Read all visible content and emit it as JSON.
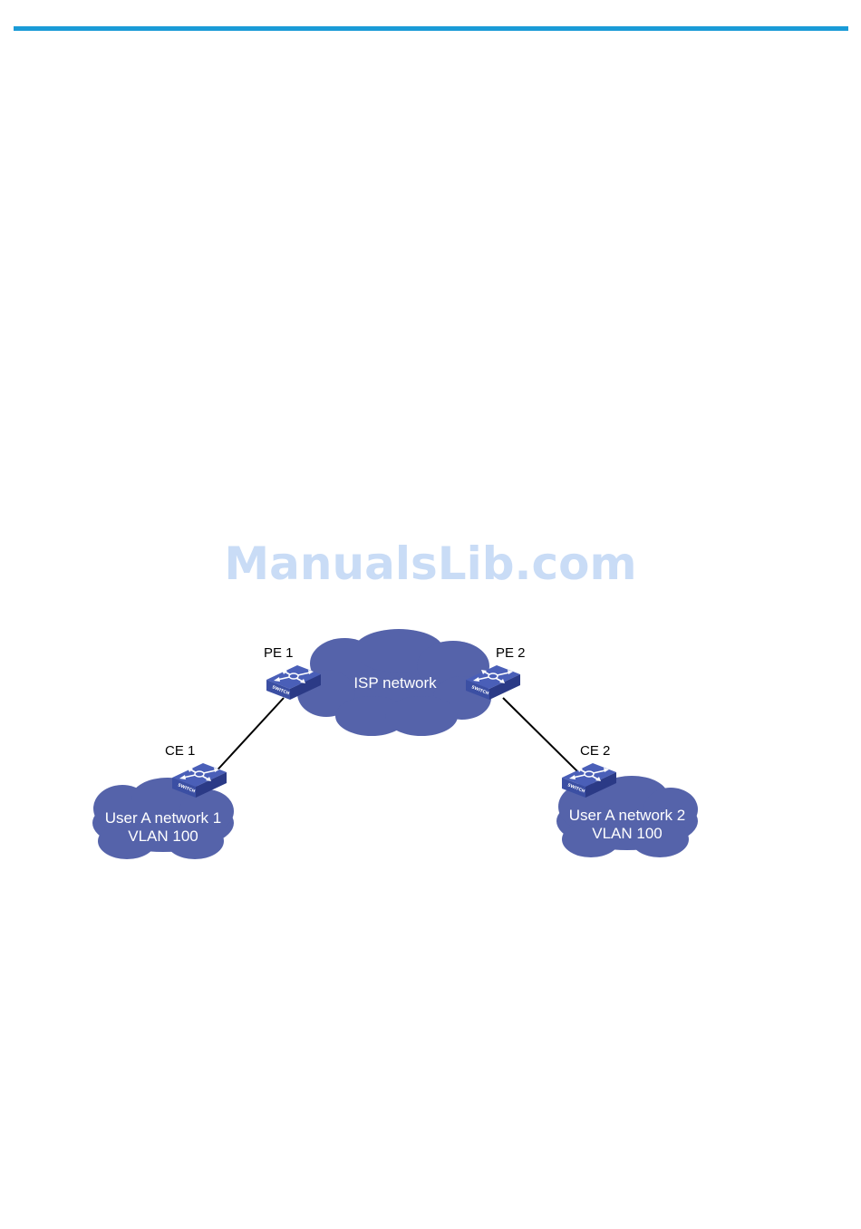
{
  "watermark": "ManualsLib.com",
  "diagram": {
    "isp_cloud": "ISP network",
    "pe1": "PE 1",
    "pe2": "PE 2",
    "ce1": "CE 1",
    "ce2": "CE 2",
    "net1_line1": "User A network 1",
    "net1_line2": "VLAN 100",
    "net2_line1": "User A network 2",
    "net2_line2": "VLAN 100",
    "switch_text": "SWITCH"
  },
  "colors": {
    "accent_rule": "#1a9bd7",
    "cloud": "#5563aa",
    "switch_top": "#4a5fb8",
    "switch_side": "#2b3a86",
    "watermark": "#c9dcf6"
  }
}
